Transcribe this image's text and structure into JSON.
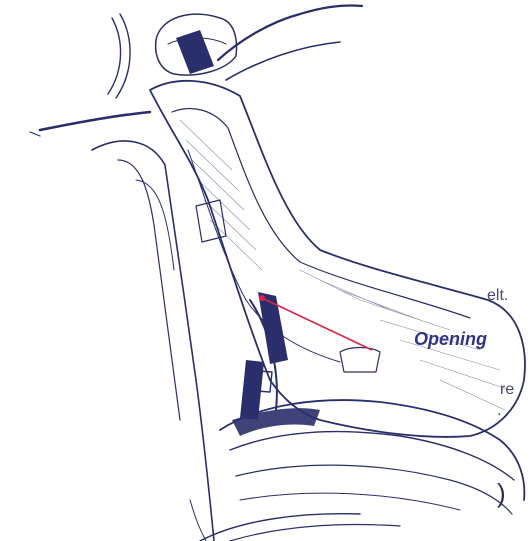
{
  "illustration": {
    "description_icon": "car-seat-illustration",
    "ink_color": "#2a2f6b",
    "callout_line_color": "#d8264b"
  },
  "callout": {
    "label": "Opening"
  },
  "cropped_text": {
    "fragment_1": "elt.",
    "fragment_2": "re",
    "fragment_3": ".",
    "fragment_4": ")"
  }
}
